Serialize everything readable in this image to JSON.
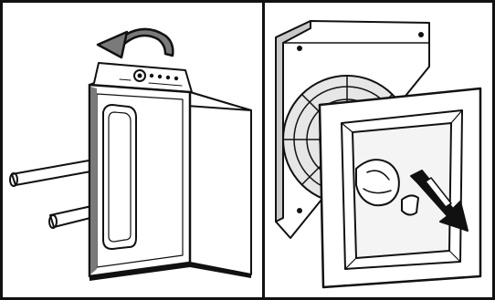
{
  "illustration": {
    "panels": [
      {
        "id": "washer",
        "subject": "top-load-washer"
      },
      {
        "id": "dryer",
        "subject": "dryer-rear-fan-housing"
      }
    ],
    "colors": {
      "ink": "#111111",
      "shade": "#7a7a7a",
      "light_shade": "#c9c9c9",
      "paper": "#ffffff"
    }
  }
}
